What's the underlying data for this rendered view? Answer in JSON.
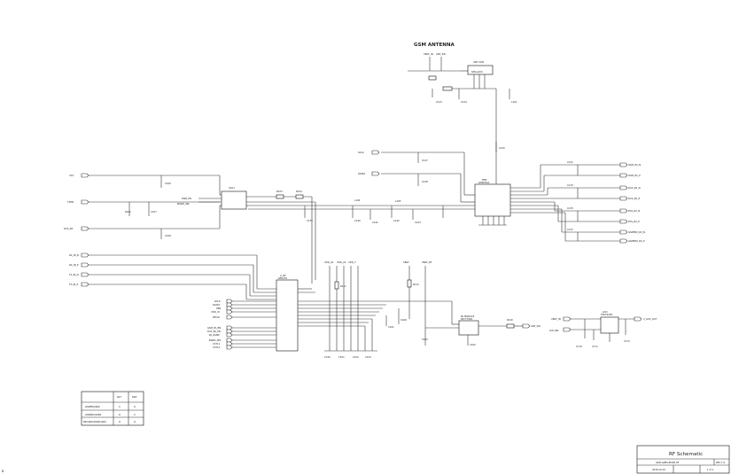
{
  "sheet": {
    "antenna_title": "GSM ANTENNA",
    "title": "RF Schematic",
    "project": "GSM-GPRS-EDGE RF",
    "rev": "REV 1.0",
    "date": "2018.10.10",
    "sheet_no": "1 of 1",
    "corner_mark": "B"
  },
  "components": {
    "ant_conn": "ANT CON",
    "ant_conn_sub": "SMA-JACK",
    "saw": "SAW",
    "saw_sub": "B4341",
    "u_main": "U_RF",
    "u_main_sub": "RF6279",
    "u_pa": "PA MODULE",
    "u_pa_sub": "SKY77549",
    "u_fem": "FEM",
    "u_fem_sub": "LMSP3QA",
    "u_ldo": "LDO",
    "u_ldo_sub": "TPS79328",
    "u_reg": "REG",
    "u_reg_sub": "LP2985-33"
  },
  "nets": {
    "left": [
      "VCC",
      "TXEN",
      "DCS_RX",
      "RX_IN_N",
      "RX_IN_P",
      "TX_IN_N",
      "TX_IN_P"
    ],
    "ifc": [
      "SCLK",
      "SDATA",
      "SEN",
      "VDD_IO",
      "RFCLK"
    ],
    "ctl": [
      "GSM_PA_EN",
      "DCS_PA_EN",
      "PA_RAMP",
      "BAND_SEL",
      "VCTL1",
      "VCTL2"
    ],
    "right": [
      "GSM_RX_N",
      "GSM_RX_P",
      "DCS_RX_N",
      "DCS_RX_P",
      "PCS_RX_N",
      "PCS_RX_P",
      "GSM850_RX_N",
      "GSM850_RX_P"
    ],
    "top": [
      "VBAT",
      "VBAT_RF",
      "ANT_SW"
    ],
    "far_right": [
      "VBAT_IN",
      "V_LDO_OUT",
      "LDO_EN"
    ]
  },
  "table": {
    "headers": [
      "",
      "R27",
      "R28"
    ],
    "rows": [
      [
        "GSM850/900",
        "X",
        "O"
      ],
      [
        "GSM900/1800",
        "O",
        "X"
      ],
      [
        "850/900/1800/1900",
        "O",
        "O"
      ]
    ]
  }
}
